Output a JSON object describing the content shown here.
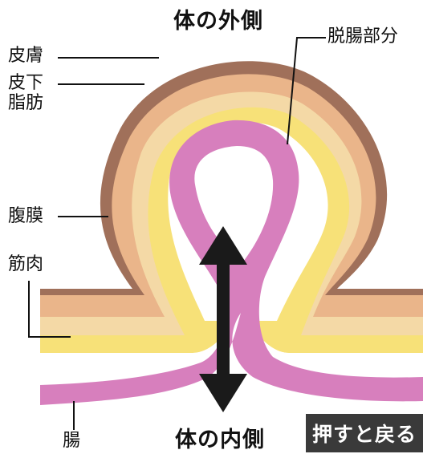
{
  "titles": {
    "outside": "体の外側",
    "inside": "体の内側"
  },
  "labels": {
    "skin": "皮膚",
    "subcutaneous_fat": "皮下\n脂肪",
    "peritoneum": "腹膜",
    "muscle": "筋肉",
    "intestine": "腸",
    "herniated_part": "脱腸部分"
  },
  "back_button": "押すと戻る",
  "colors": {
    "skin": "#a0705a",
    "fat": "#eab58a",
    "muscle_band": "#f4d9a6",
    "peritoneum": "#f7e178",
    "intestine": "#d77fbd",
    "arrow": "#1a1a1a"
  }
}
